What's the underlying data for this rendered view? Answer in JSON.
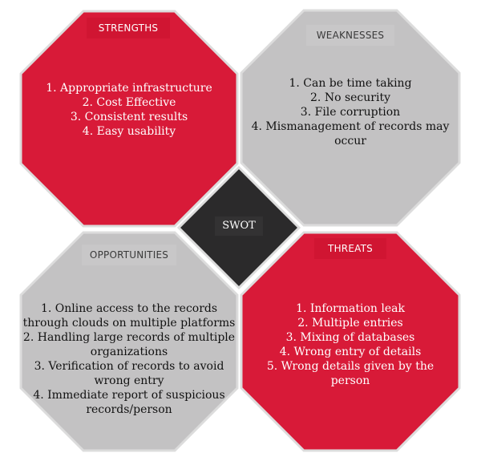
{
  "center": {
    "label": "SWOT",
    "fill": "#2b2a2b"
  },
  "colors": {
    "red": "#d81a38",
    "gray": "#c3c2c3",
    "border": "#dcdcdc"
  },
  "strengths": {
    "title": "STRENGTHS",
    "items": [
      "1. Appropriate infrastructure",
      "2. Cost Effective",
      "3. Consistent results",
      "4. Easy usability"
    ]
  },
  "weaknesses": {
    "title": "WEAKNESSES",
    "items": [
      "1. Can be time taking",
      "2. No security",
      "3. File corruption",
      "4. Mismanagement of records may",
      "occur"
    ]
  },
  "opportunities": {
    "title": "OPPORTUNITIES",
    "items": [
      "1. Online access to the records",
      "through clouds on multiple platforms",
      "2. Handling large records of multiple",
      "organizations",
      "3. Verification of records to avoid",
      "wrong entry",
      "4. Immediate report of suspicious",
      "records/person"
    ]
  },
  "threats": {
    "title": "THREATS",
    "items": [
      "1. Information leak",
      "2. Multiple entries",
      "3. Mixing of databases",
      "4. Wrong entry of details",
      "5. Wrong details given by the person"
    ]
  }
}
